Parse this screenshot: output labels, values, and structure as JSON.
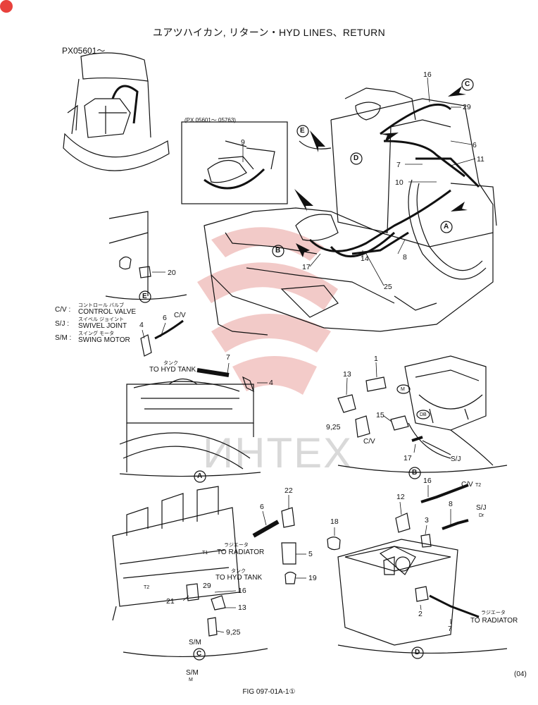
{
  "title": "ユアツハイカン, リターン・HYD LINES、RETURN",
  "serial_range": "PX05601～",
  "inset_range": "(PX 05601～ 05763)",
  "watermark": "ИНТЕХ",
  "legend": [
    {
      "code": "C/V :",
      "jp": "コントロール バルブ",
      "en": "CONTROL VALVE"
    },
    {
      "code": "S/J :",
      "jp": "スイベル ジョイント",
      "en": "SWIVEL JOINT"
    },
    {
      "code": "S/M :",
      "jp": "スイング モータ",
      "en": "SWING MOTOR"
    }
  ],
  "views": [
    "A",
    "B",
    "C",
    "D",
    "E"
  ],
  "callouts": {
    "c16": "16",
    "c29": "29",
    "c6": "6",
    "c11": "11",
    "c7": "7",
    "c10": "10",
    "c9": "9",
    "c8": "8",
    "c14": "14",
    "c17": "17",
    "c25": "25",
    "c20": "20",
    "a4": "4",
    "a6": "6",
    "a7": "7",
    "a4b": "4",
    "cvt1": "C/V",
    "b1": "1",
    "b13": "13",
    "b15": "15",
    "b925": "9,25",
    "b17": "17",
    "bsj": "S/J",
    "bcv": "C/V",
    "bm": "M",
    "bdb": "DB",
    "c_22": "22",
    "c_6": "6",
    "c_5": "5",
    "c_19": "19",
    "c_2916": "29",
    "c_16": "16",
    "c_13": "13",
    "c_21": "21",
    "c_925": "9,25",
    "c_sm": "S/M",
    "c_t1": "T1",
    "c_t2": "T2",
    "d18": "18",
    "d12": "12",
    "d16": "16",
    "d8": "8",
    "d3": "3",
    "d2": "2",
    "d7": "7",
    "dcv": "C/V",
    "dsj": "S/J",
    "dt2": "T2",
    "ddr": "Dr"
  },
  "labels": {
    "tank_jp": "タンク",
    "tank_en": "TO HYD TANK",
    "rad_jp": "ラジエータ",
    "rad_en": "TO RADIATOR",
    "sm_bottom": "S/M",
    "sm_bottom_m": "M"
  },
  "page_code": "(04)",
  "figure_ref": "FIG 097-01A-1①"
}
